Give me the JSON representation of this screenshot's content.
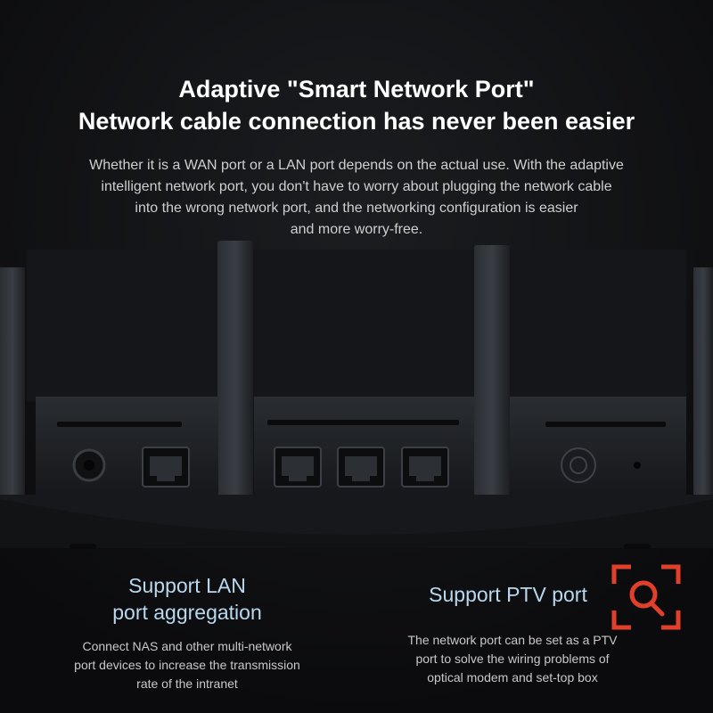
{
  "header": {
    "line1": "Adaptive \"Smart Network Port\"",
    "line2": "Network cable connection has never been easier"
  },
  "intro": {
    "line1": "Whether it is a WAN port or a LAN port depends on the actual use. With the adaptive",
    "line2": "intelligent network port, you don't have to worry about plugging the network cable",
    "line3": "into the wrong network port, and the networking configuration is easier",
    "line4": "and more worry-free."
  },
  "features": {
    "lan": {
      "title_line1": "Support LAN",
      "title_line2": "port aggregation",
      "desc_line1": "Connect NAS and other multi-network",
      "desc_line2": "port devices to increase the transmission",
      "desc_line3": "rate of the intranet"
    },
    "ptv": {
      "title": "Support PTV port",
      "desc_line1": "The network port can be set as a PTV",
      "desc_line2": "port to solve the wiring problems of",
      "desc_line3": "optical modem and set-top box"
    }
  },
  "icons": {
    "zoom_badge": "magnifier-zoom-icon"
  },
  "colors": {
    "background": "#0b0b0d",
    "router_body": "#1c1f23",
    "feature_title": "#b9d8ee",
    "badge_red": "#e0402a"
  }
}
